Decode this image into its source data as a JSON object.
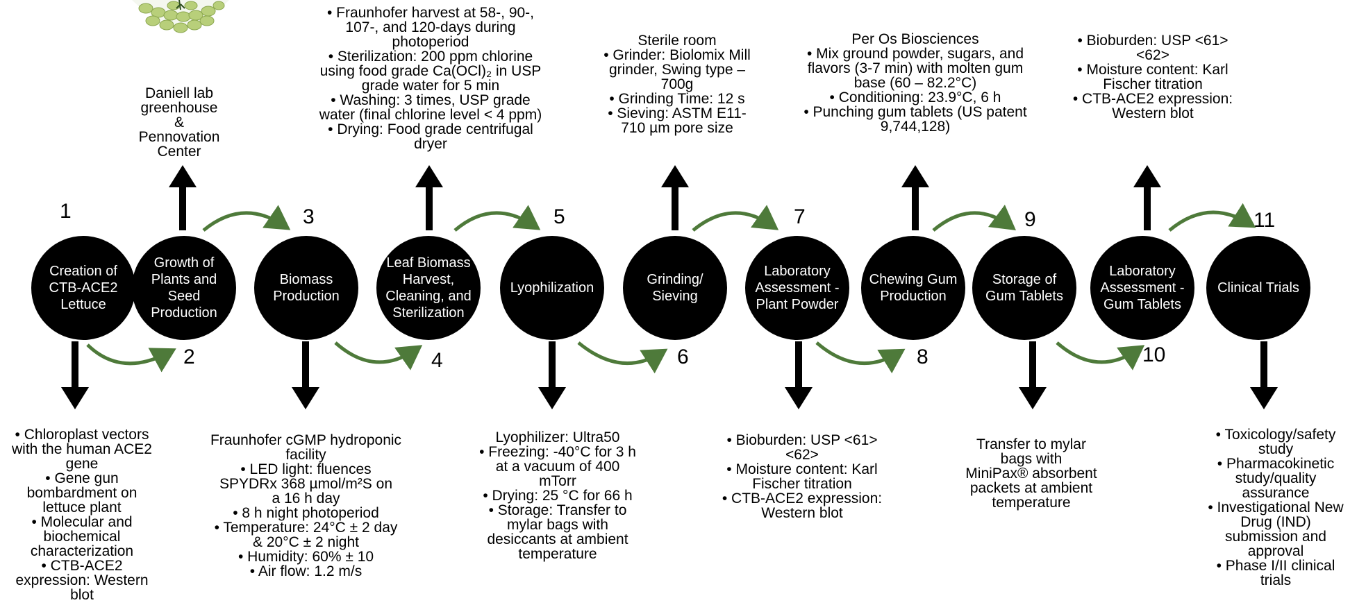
{
  "steps": [
    {
      "num": "1",
      "label": [
        "Creation of",
        "CTB-ACE2",
        "Lettuce"
      ]
    },
    {
      "num": "2",
      "label": [
        "Growth of",
        "Plants and",
        "Seed",
        "Production"
      ]
    },
    {
      "num": "3",
      "label": [
        "Biomass",
        "Production"
      ]
    },
    {
      "num": "4",
      "label": [
        "Leaf Biomass",
        "Harvest,",
        "Cleaning, and",
        "Sterilization"
      ]
    },
    {
      "num": "5",
      "label": [
        "Lyophilization"
      ]
    },
    {
      "num": "6",
      "label": [
        "Grinding/",
        "Sieving"
      ]
    },
    {
      "num": "7",
      "label": [
        "Laboratory",
        "Assessment -",
        "Plant Powder"
      ]
    },
    {
      "num": "8",
      "label": [
        "Chewing Gum",
        "Production"
      ]
    },
    {
      "num": "9",
      "label": [
        "Storage of",
        "Gum Tablets"
      ]
    },
    {
      "num": "10",
      "label": [
        "Laboratory",
        "Assessment -",
        "Gum Tablets"
      ]
    },
    {
      "num": "11",
      "label": [
        "Clinical Trials"
      ]
    }
  ],
  "details": {
    "step1": [
      "• Chloroplast vectors",
      "with the human ACE2",
      "gene",
      "• Gene gun",
      "bombardment on",
      "lettuce plant",
      "• Molecular and",
      "biochemical",
      "characterization",
      "• CTB-ACE2",
      "expression: Western",
      "blot"
    ],
    "step2": [
      "Daniell lab",
      "greenhouse",
      "&",
      "Pennovation",
      "Center"
    ],
    "step3": [
      "Fraunhofer cGMP hydroponic",
      "facility",
      "• LED light: fluences",
      "SPYDRx 368 µmol/m²S on",
      "a 16 h day",
      "• 8 h night photoperiod",
      "• Temperature: 24°C ± 2  day",
      "& 20°C ± 2 night",
      "• Humidity: 60% ± 10",
      "• Air flow: 1.2 m/s"
    ],
    "step4": [
      "• Fraunhofer harvest at 58-, 90-,",
      "107-, and 120-days during",
      "photoperiod",
      "• Sterilization: 200 ppm chlorine",
      "using food grade Ca(OCl)₂ in USP",
      "grade water for 5 min",
      "• Washing: 3 times, USP grade",
      "water (final chlorine level < 4 ppm)",
      "• Drying: Food grade centrifugal",
      "dryer"
    ],
    "step5": [
      "Lyophilizer: Ultra50",
      "•   Freezing: -40°C for 3 h",
      "at a vacuum of 400",
      "mTorr",
      "•   Drying: 25 °C for 66 h",
      "•   Storage: Transfer to",
      "mylar bags with",
      "desiccants  at ambient",
      "temperature"
    ],
    "step6": [
      "Sterile room",
      "•   Grinder: Biolomix Mill",
      "grinder, Swing type –",
      "700g",
      "• Grinding Time: 12 s",
      "• Sieving: ASTM E11-",
      "710 µm pore size"
    ],
    "step7": [
      "• Bioburden: USP <61>",
      "<62>",
      "• Moisture content: Karl",
      "Fischer titration",
      "• CTB-ACE2 expression:",
      "Western blot"
    ],
    "step8": [
      "Per Os Biosciences",
      "• Mix ground powder, sugars, and",
      "flavors (3-7 min) with molten gum",
      "base (60 – 82.2°C)",
      "• Conditioning: 23.9°C, 6 h",
      "• Punching gum tablets (US patent",
      "9,744,128)"
    ],
    "step9": [
      "Transfer to mylar",
      "bags with",
      "MiniPax® absorbent",
      "packets at ambient",
      "temperature"
    ],
    "step10": [
      "• Bioburden: USP <61>",
      "<62>",
      "• Moisture content: Karl",
      "Fischer titration",
      "• CTB-ACE2 expression:",
      "Western blot"
    ],
    "step11": [
      "• Toxicology/safety",
      "study",
      "• Pharmacokinetic",
      "study/quality",
      "assurance",
      "• Investigational New",
      "Drug (IND)",
      "submission and",
      "approval",
      "• Phase I/II clinical",
      "trials"
    ]
  },
  "colors": {
    "node": "#000000",
    "node_text": "#ffffff",
    "curve_arrow": "#4e7a3a",
    "straight_arrow": "#000000"
  }
}
